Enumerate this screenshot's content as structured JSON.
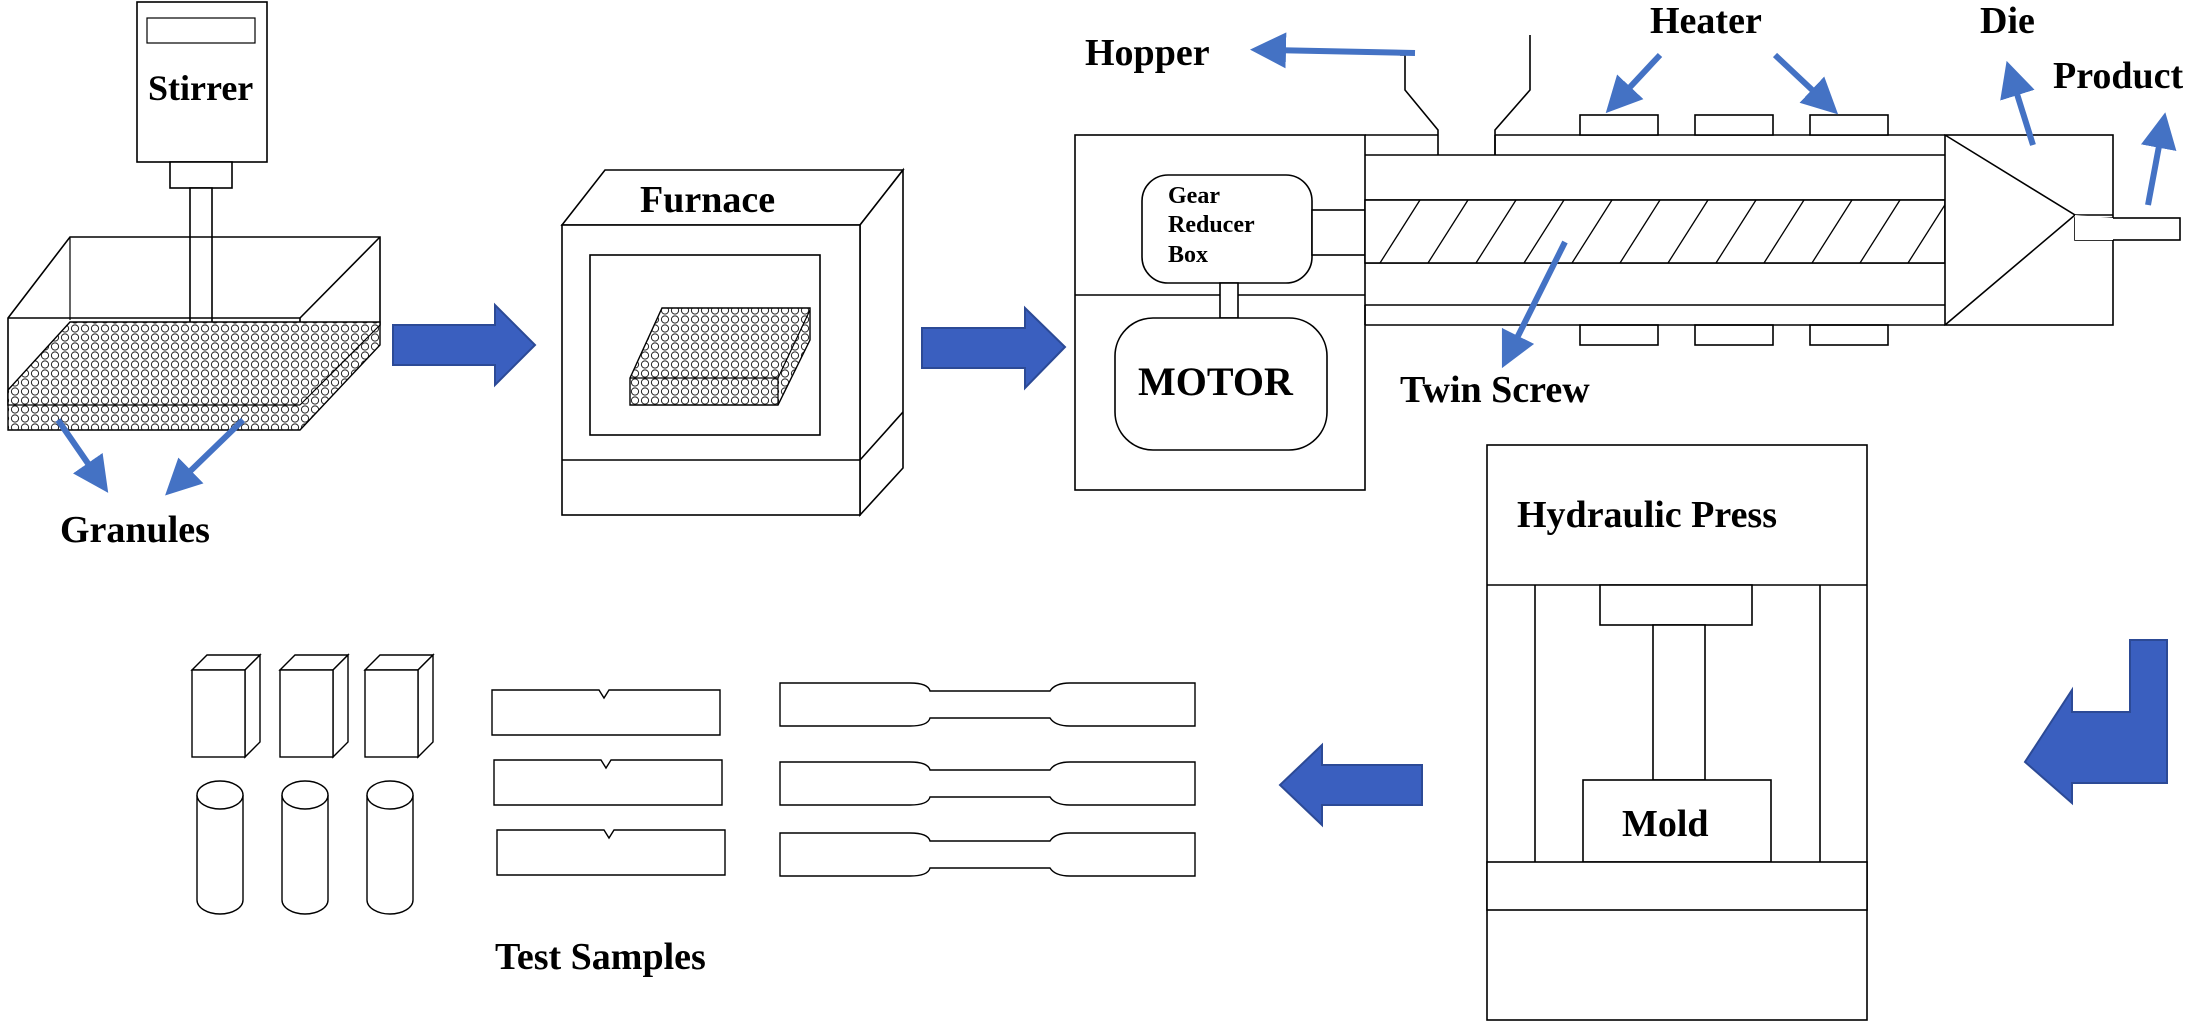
{
  "labels": {
    "stirrer": "Stirrer",
    "granules": "Granules",
    "furnace": "Furnace",
    "hopper": "Hopper",
    "heater": "Heater",
    "die": "Die",
    "product": "Product",
    "gear_reducer_line1": "Gear",
    "gear_reducer_line2": "Reducer",
    "gear_reducer_line3": "Box",
    "motor": "MOTOR",
    "twin_screw": "Twin Screw",
    "hydraulic_press": "Hydraulic Press",
    "mold": "Mold",
    "test_samples": "Test Samples"
  },
  "colors": {
    "arrow": "#4472C4",
    "big_arrow": "#3a5fbf",
    "line": "#000000"
  }
}
